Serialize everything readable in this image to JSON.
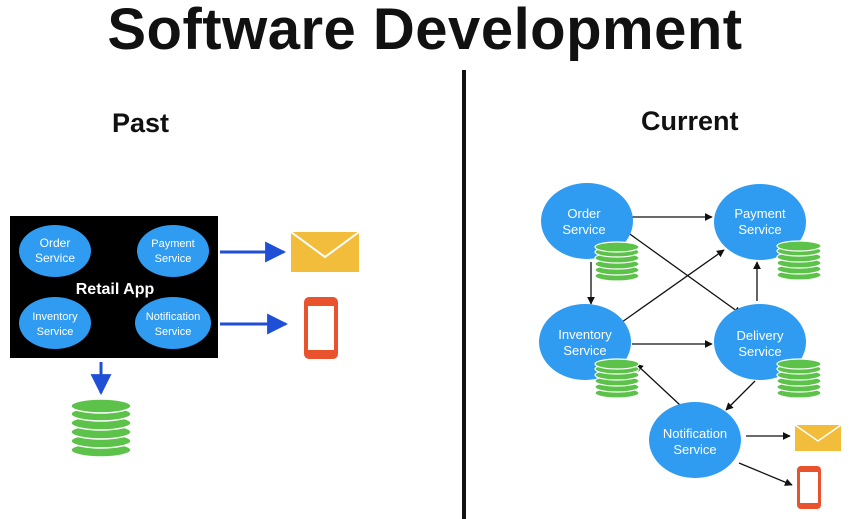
{
  "title": "Software Development",
  "sections": {
    "past": "Past",
    "current": "Current"
  },
  "past": {
    "monolith_label": "Retail App",
    "services": [
      {
        "line1": "Order",
        "line2": "Service"
      },
      {
        "line1": "Payment",
        "line2": "Service"
      },
      {
        "line1": "Inventory",
        "line2": "Service"
      },
      {
        "line1": "Notification",
        "line2": "Service"
      }
    ],
    "outputs": [
      "envelope-icon",
      "phone-icon"
    ],
    "storage": "database-icon"
  },
  "current": {
    "services": [
      {
        "id": "order",
        "line1": "Order",
        "line2": "Service"
      },
      {
        "id": "payment",
        "line1": "Payment",
        "line2": "Service"
      },
      {
        "id": "inventory",
        "line1": "Inventory",
        "line2": "Service"
      },
      {
        "id": "delivery",
        "line1": "Delivery",
        "line2": "Service"
      },
      {
        "id": "notification",
        "line1": "Notification",
        "line2": "Service"
      }
    ],
    "connections": [
      {
        "from": "order",
        "to": "payment"
      },
      {
        "from": "order",
        "to": "delivery"
      },
      {
        "from": "order",
        "to": "inventory"
      },
      {
        "from": "inventory",
        "to": "payment"
      },
      {
        "from": "inventory",
        "to": "delivery"
      },
      {
        "from": "delivery",
        "to": "payment"
      },
      {
        "from": "delivery",
        "to": "notification"
      },
      {
        "from": "notification",
        "to": "inventory"
      },
      {
        "from": "notification",
        "to": "envelope"
      },
      {
        "from": "notification",
        "to": "phone"
      }
    ]
  },
  "colors": {
    "service_fill": "#2f9bf1",
    "monolith_bg": "#000000",
    "arrow_blue": "#1f4fd6",
    "arrow_black": "#111111",
    "database_green": "#5cc24a",
    "envelope_yellow": "#f3bd3c",
    "phone_red": "#e8532e"
  }
}
